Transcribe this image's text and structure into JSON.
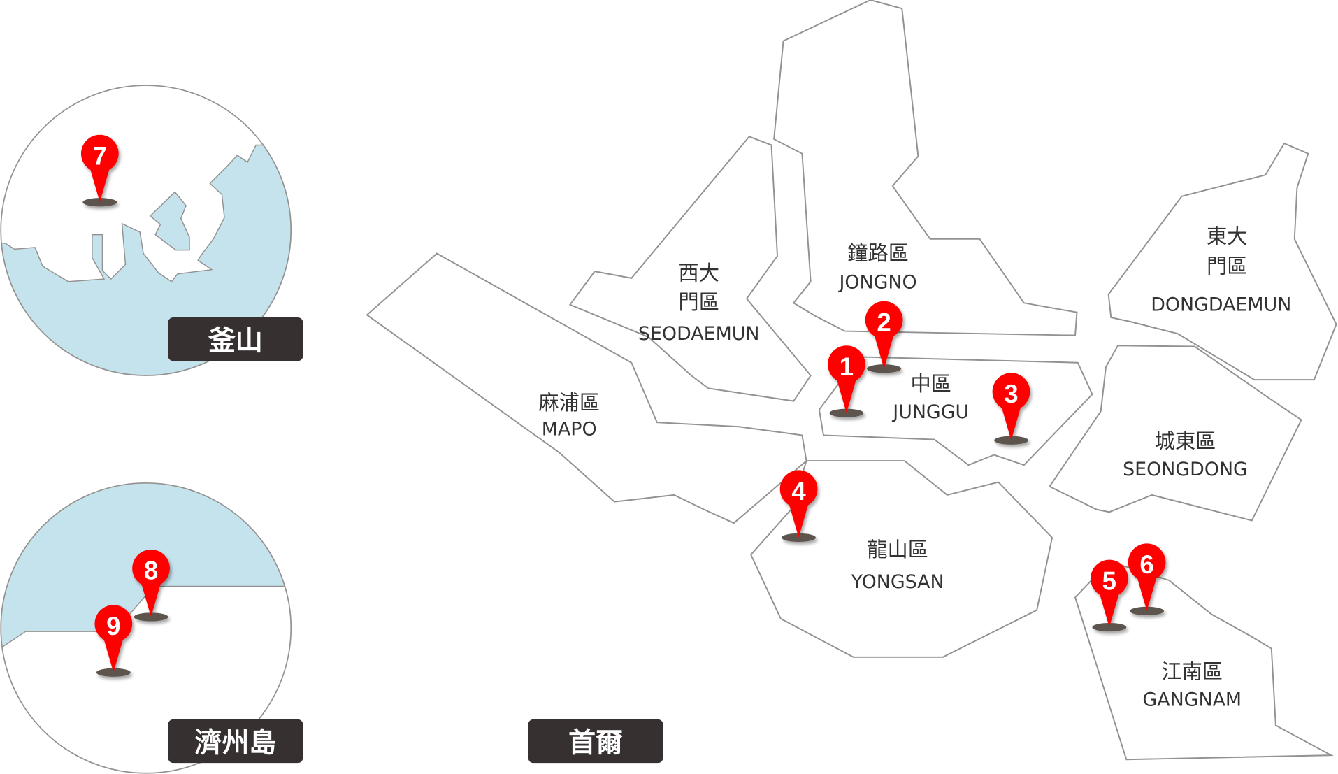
{
  "map": {
    "regions": {
      "busan": {
        "label": "釜山"
      },
      "jeju": {
        "label": "濟州島"
      },
      "seoul": {
        "label": "首爾"
      }
    },
    "districts": [
      {
        "key": "mapo",
        "zh": "麻浦區",
        "en": "MAPO"
      },
      {
        "key": "seodaemun",
        "zh1": "西大",
        "zh2": "門區",
        "en": "SEODAEMUN"
      },
      {
        "key": "jongno",
        "zh": "鐘路區",
        "en": "JONGNO"
      },
      {
        "key": "dongdaemun",
        "zh1": "東大",
        "zh2": "門區",
        "en": "DONGDAEMUN"
      },
      {
        "key": "junggu",
        "zh": "中區",
        "en": "JUNGGU"
      },
      {
        "key": "seongdong",
        "zh": "城東區",
        "en": "SEONGDONG"
      },
      {
        "key": "yongsan",
        "zh": "龍山區",
        "en": "YONGSAN"
      },
      {
        "key": "gangnam",
        "zh": "江南區",
        "en": "GANGNAM"
      }
    ],
    "pins": [
      {
        "number": "1",
        "district": "JUNGGU"
      },
      {
        "number": "2",
        "district": "JUNGGU"
      },
      {
        "number": "3",
        "district": "JUNGGU"
      },
      {
        "number": "4",
        "district": "YONGSAN"
      },
      {
        "number": "5",
        "district": "GANGNAM"
      },
      {
        "number": "6",
        "district": "GANGNAM"
      },
      {
        "number": "7",
        "district": "釜山"
      },
      {
        "number": "8",
        "district": "濟州島"
      },
      {
        "number": "9",
        "district": "濟州島"
      }
    ],
    "colors": {
      "pin": "#fe0000",
      "sea": "#c5e3ed",
      "border": "#939290",
      "badge": "#363130",
      "text": "#333131"
    }
  }
}
